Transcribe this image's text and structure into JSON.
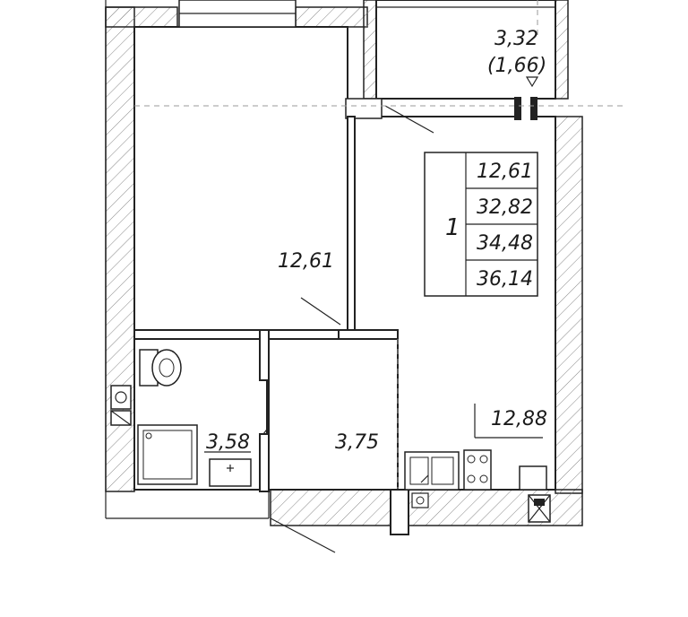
{
  "apartment": {
    "rooms_count": "1",
    "area_table": [
      "12,61",
      "32,82",
      "34,48",
      "36,14"
    ]
  },
  "rooms": {
    "living_room_area": "12,61",
    "bathroom_area": "3,58",
    "hallway_area": "3,75",
    "kitchen_area": "12,88"
  },
  "balcony": {
    "area": "3,32",
    "reduced_area": "(1,66)"
  }
}
